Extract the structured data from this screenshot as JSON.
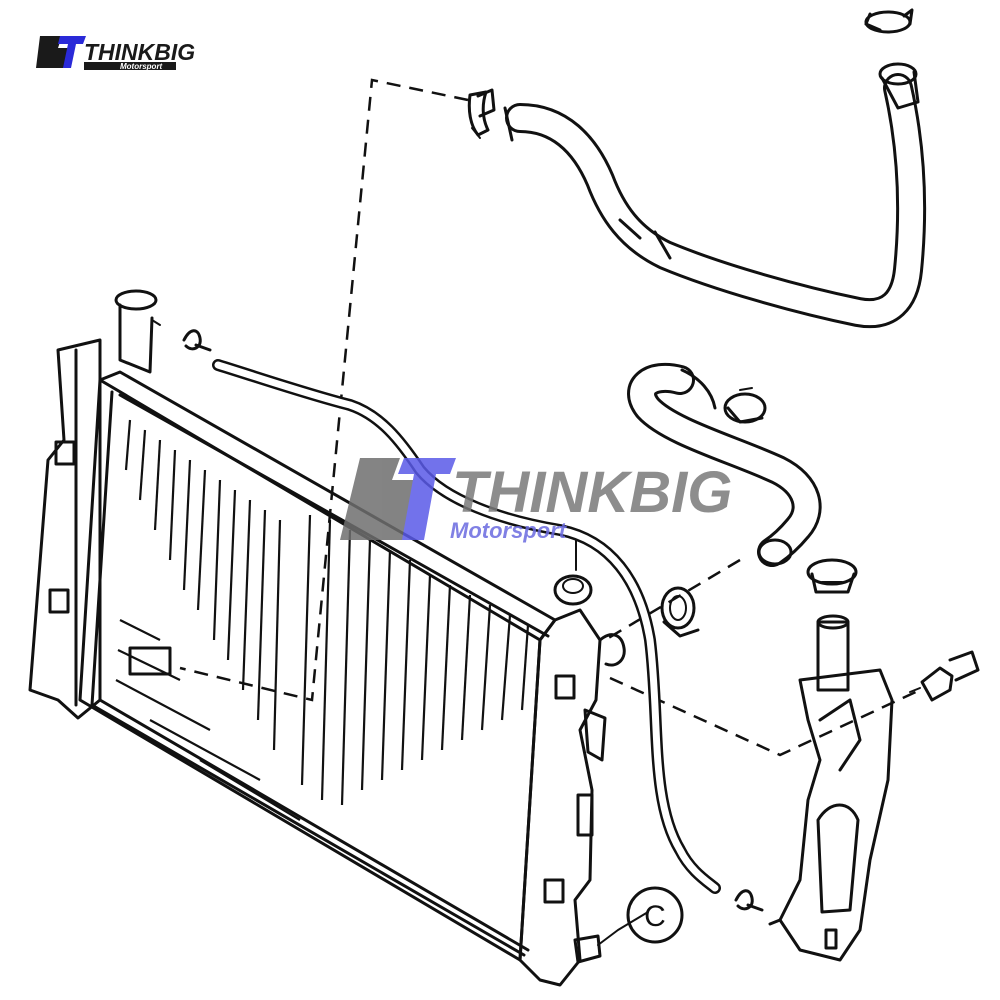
{
  "logo": {
    "monogram": "bT",
    "brand": "THINKBIG",
    "sub": "Motorsport"
  },
  "watermark": {
    "brand": "THINKBIG",
    "sub": "Motorsport"
  },
  "callouts": [
    {
      "label": "C"
    }
  ],
  "colors": {
    "line": "#111111",
    "background": "#ffffff",
    "logo_dark": "#1a1a1a",
    "logo_blue": "#2a2ad8",
    "watermark_gray": "#6e6e6e",
    "watermark_blue": "#5a5ae8"
  }
}
